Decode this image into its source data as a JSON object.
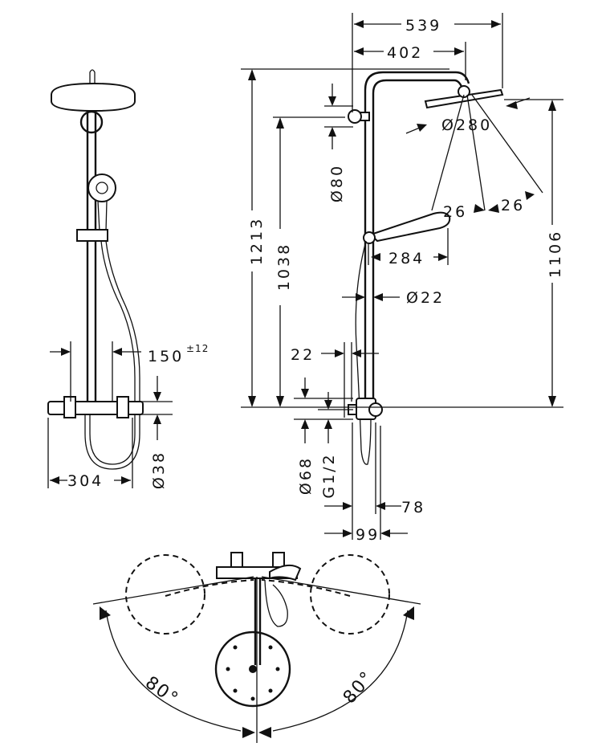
{
  "dimensions": {
    "d539": "539",
    "d402": "402",
    "d280": "Ø280",
    "d1213": "1213",
    "d1038": "1038",
    "d1106": "1106",
    "d80": "Ø80",
    "d26a": "26",
    "d26b": "26",
    "d284": "284",
    "d22dia": "Ø22",
    "d22": "22",
    "d150": "150",
    "d150tol": "±12",
    "d304": "304",
    "d38": "Ø38",
    "d68": "Ø68",
    "dG12": "G1/2",
    "d78": "78",
    "d99": "99"
  },
  "angles": {
    "left": "80°",
    "right": "80°"
  }
}
